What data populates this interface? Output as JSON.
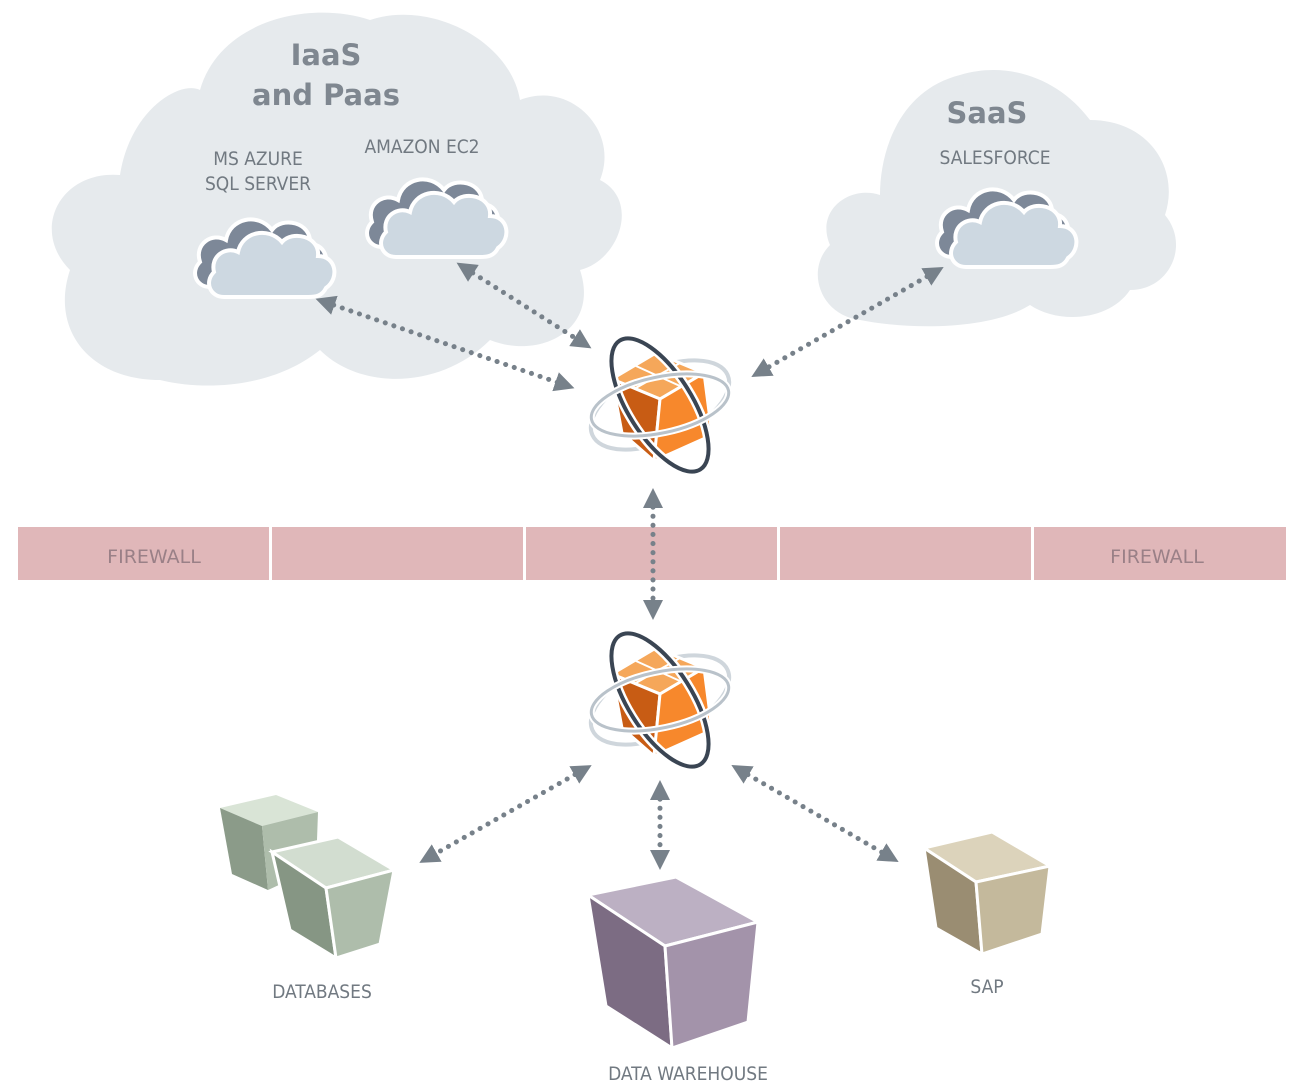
{
  "clouds": {
    "iaas": {
      "title_line1": "IaaS",
      "title_line2": "and Paas",
      "service1_line1": "MS AZURE",
      "service1_line2": "SQL SERVER",
      "service2": "AMAZON EC2"
    },
    "saas": {
      "title": "SaaS",
      "service": "SALESFORCE"
    }
  },
  "firewall": {
    "left_label": "FIREWALL",
    "right_label": "FIREWALL"
  },
  "on_premise": {
    "databases": "DATABASES",
    "warehouse": "DATA WAREHOUSE",
    "sap": "SAP"
  },
  "colors": {
    "cloud_bg": "#e6eaed",
    "small_cloud_dark": "#7d8898",
    "small_cloud_light": "#cdd8e1",
    "firewall": "#e0b7b9",
    "hub_orange": "#f7882c",
    "connector": "#77818a",
    "databases": "#c5d3c3",
    "warehouse": "#a897ae",
    "sap": "#cfc4a8"
  }
}
